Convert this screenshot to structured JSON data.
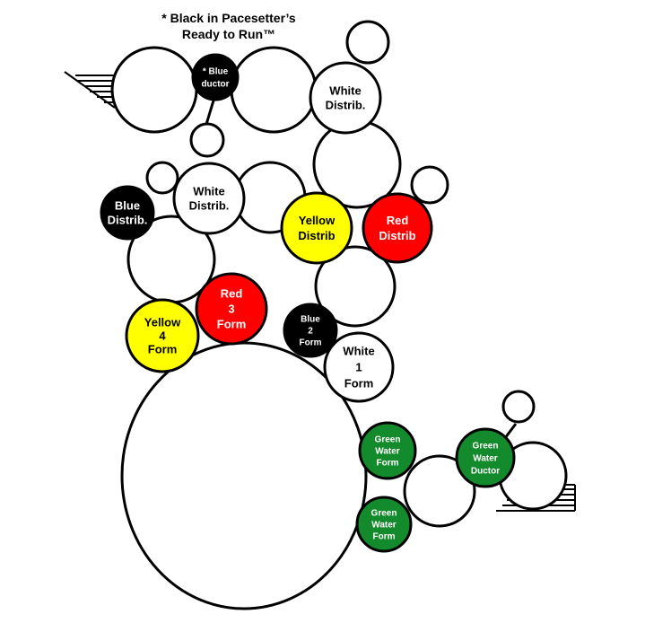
{
  "note": {
    "line1": "* Black in Pacesetter’s",
    "line2": "Ready to Run™"
  },
  "colors": {
    "black": "#000000",
    "white": "#ffffff",
    "yellow": "#ffff00",
    "red": "#ff0000",
    "green": "#138a2b"
  },
  "rollers": [
    {
      "id": "blue-ductor",
      "fill": "black",
      "lines": [
        "* Blue",
        "ductor"
      ]
    },
    {
      "id": "white-distrib-top",
      "fill": "white",
      "lines": [
        "White",
        "Distrib."
      ]
    },
    {
      "id": "blue-distrib",
      "fill": "black",
      "lines": [
        "Blue",
        "Distrib."
      ]
    },
    {
      "id": "white-distrib-mid",
      "fill": "white",
      "lines": [
        "White",
        "Distrib."
      ]
    },
    {
      "id": "yellow-distrib",
      "fill": "yellow",
      "lines": [
        "Yellow",
        "Distrib"
      ]
    },
    {
      "id": "red-distrib",
      "fill": "red",
      "lines": [
        "Red",
        "Distrib"
      ]
    },
    {
      "id": "red-3-form",
      "fill": "red",
      "lines": [
        "Red",
        "3",
        "Form"
      ]
    },
    {
      "id": "yellow-4-form",
      "fill": "yellow",
      "lines": [
        "Yellow",
        "4",
        "Form"
      ]
    },
    {
      "id": "blue-2-form",
      "fill": "black",
      "lines": [
        "Blue",
        "2",
        "Form"
      ]
    },
    {
      "id": "white-1-form",
      "fill": "white",
      "lines": [
        "White",
        "1",
        "Form"
      ]
    },
    {
      "id": "green-water-form-1",
      "fill": "green",
      "lines": [
        "Green",
        "Water",
        "Form"
      ]
    },
    {
      "id": "green-water-ductor",
      "fill": "green",
      "lines": [
        "Green",
        "Water",
        "Ductor"
      ]
    },
    {
      "id": "green-water-form-2",
      "fill": "green",
      "lines": [
        "Green",
        "Water",
        "Form"
      ]
    }
  ]
}
